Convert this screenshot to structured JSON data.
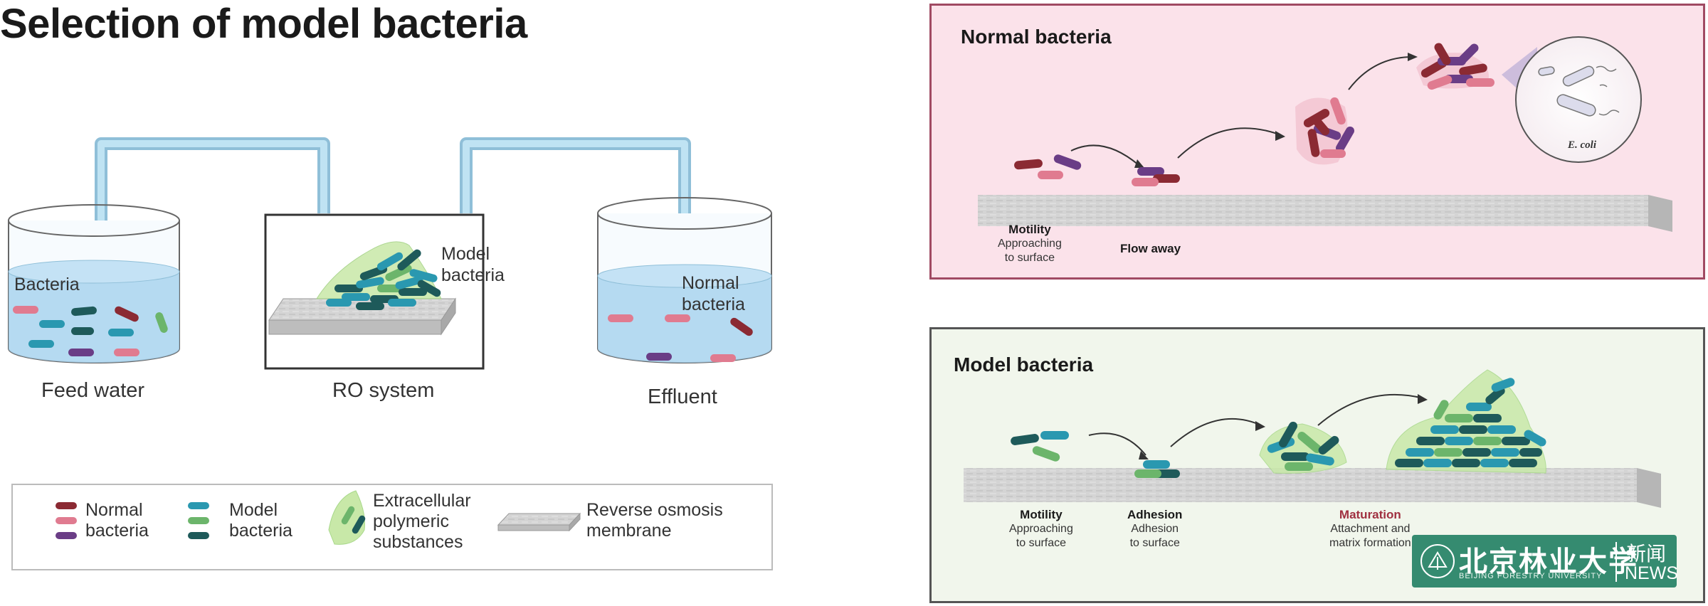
{
  "title": "Selection of model bacteria",
  "colors": {
    "normal_dark_red": "#8b2a33",
    "normal_pink": "#e07b90",
    "normal_purple": "#6a3d86",
    "model_teal": "#2a98b0",
    "model_light_green": "#6cb56b",
    "model_dark_teal": "#1e5a5a",
    "water": "#a9d3ef",
    "pipe": "#a8d4ea",
    "eps_green": "#c8e8a8",
    "membrane_gray": "#cccccc",
    "normal_panel_bg": "#fbe2ea",
    "normal_panel_border": "#a04a63",
    "model_panel_bg": "#f1f6ec",
    "model_panel_border": "#555555"
  },
  "left": {
    "feed": {
      "label": "Feed water",
      "inner_label": "Bacteria"
    },
    "ro": {
      "label": "RO system",
      "inner_label_line1": "Model",
      "inner_label_line2": "bacteria"
    },
    "effluent": {
      "label": "Effluent",
      "inner_label_line1": "Normal",
      "inner_label_line2": "bacteria"
    }
  },
  "legend": {
    "normal_l1": "Normal",
    "normal_l2": "bacteria",
    "model_l1": "Model",
    "model_l2": "bacteria",
    "eps_l1": "Extracellular",
    "eps_l2": "polymeric",
    "eps_l3": "substances",
    "mem_l1": "Reverse osmosis",
    "mem_l2": "membrane"
  },
  "normal_panel": {
    "title": "Normal bacteria",
    "stage1_bold": "Motility",
    "stage1_l1": "Approaching",
    "stage1_l2": "to surface",
    "stage2_bold": "Flow away",
    "zoom_label": "E. coli"
  },
  "model_panel": {
    "title": "Model bacteria",
    "stage1_bold": "Motility",
    "stage1_l1": "Approaching",
    "stage1_l2": "to surface",
    "stage2_bold": "Adhesion",
    "stage2_l1": "Adhesion",
    "stage2_l2": "to surface",
    "stage3_bold": "Maturation",
    "stage3_l1": "Attachment and",
    "stage3_l2": "matrix formation"
  },
  "watermark": {
    "university_cn": "北京林业大学",
    "university_en": "BEIJING FORESTRY UNIVERSITY",
    "news_cn": "新闻",
    "news_en": "NEWS"
  }
}
